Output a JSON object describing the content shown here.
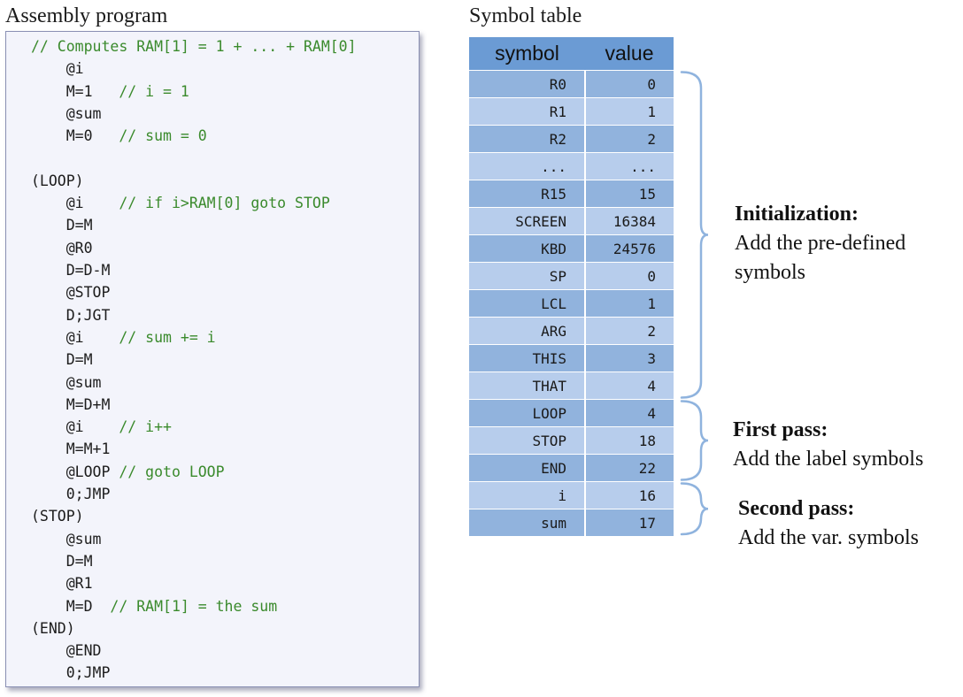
{
  "program": {
    "title": "Assembly program",
    "lines": [
      {
        "code": "",
        "comment": "// Computes RAM[1] = 1 + ... + RAM[0]"
      },
      {
        "code": "    @i",
        "comment": ""
      },
      {
        "code": "    M=1   ",
        "comment": "// i = 1"
      },
      {
        "code": "    @sum",
        "comment": ""
      },
      {
        "code": "    M=0   ",
        "comment": "// sum = 0"
      },
      {
        "code": "",
        "comment": ""
      },
      {
        "code": "(LOOP)",
        "comment": ""
      },
      {
        "code": "    @i    ",
        "comment": "// if i>RAM[0] goto STOP"
      },
      {
        "code": "    D=M",
        "comment": ""
      },
      {
        "code": "    @R0",
        "comment": ""
      },
      {
        "code": "    D=D-M",
        "comment": ""
      },
      {
        "code": "    @STOP",
        "comment": ""
      },
      {
        "code": "    D;JGT",
        "comment": ""
      },
      {
        "code": "    @i    ",
        "comment": "// sum += i"
      },
      {
        "code": "    D=M",
        "comment": ""
      },
      {
        "code": "    @sum",
        "comment": ""
      },
      {
        "code": "    M=D+M",
        "comment": ""
      },
      {
        "code": "    @i    ",
        "comment": "// i++"
      },
      {
        "code": "    M=M+1",
        "comment": ""
      },
      {
        "code": "    @LOOP ",
        "comment": "// goto LOOP"
      },
      {
        "code": "    0;JMP",
        "comment": ""
      },
      {
        "code": "(STOP)",
        "comment": ""
      },
      {
        "code": "    @sum",
        "comment": ""
      },
      {
        "code": "    D=M",
        "comment": ""
      },
      {
        "code": "    @R1",
        "comment": ""
      },
      {
        "code": "    M=D  ",
        "comment": "// RAM[1] = the sum"
      },
      {
        "code": "(END)",
        "comment": ""
      },
      {
        "code": "    @END",
        "comment": ""
      },
      {
        "code": "    0;JMP",
        "comment": ""
      }
    ]
  },
  "symbol_table": {
    "title": "Symbol table",
    "headers": [
      "symbol",
      "value"
    ],
    "rows": [
      {
        "symbol": "R0",
        "value": "0"
      },
      {
        "symbol": "R1",
        "value": "1"
      },
      {
        "symbol": "R2",
        "value": "2"
      },
      {
        "symbol": "...",
        "value": "..."
      },
      {
        "symbol": "R15",
        "value": "15"
      },
      {
        "symbol": "SCREEN",
        "value": "16384"
      },
      {
        "symbol": "KBD",
        "value": "24576"
      },
      {
        "symbol": "SP",
        "value": "0"
      },
      {
        "symbol": "LCL",
        "value": "1"
      },
      {
        "symbol": "ARG",
        "value": "2"
      },
      {
        "symbol": "THIS",
        "value": "3"
      },
      {
        "symbol": "THAT",
        "value": "4"
      },
      {
        "symbol": "LOOP",
        "value": "4"
      },
      {
        "symbol": "STOP",
        "value": "18"
      },
      {
        "symbol": "END",
        "value": "22"
      },
      {
        "symbol": "i",
        "value": "16"
      },
      {
        "symbol": "sum",
        "value": "17"
      }
    ]
  },
  "annotations": {
    "initialization": {
      "title": "Initialization:",
      "description": "Add the pre-defined symbols",
      "row_span": [
        0,
        11
      ]
    },
    "first_pass": {
      "title": "First pass:",
      "description": "Add the label symbols",
      "row_span": [
        12,
        14
      ]
    },
    "second_pass": {
      "title": "Second pass:",
      "description": "Add the var. symbols",
      "row_span": [
        15,
        16
      ]
    }
  },
  "colors": {
    "comment": "#3a8a2c",
    "header": "#6b9bd4",
    "row_dark": "#91b3dd",
    "row_light": "#b7cdec",
    "brace": "#8fb3de",
    "panel_bg": "#f3f4fb"
  }
}
